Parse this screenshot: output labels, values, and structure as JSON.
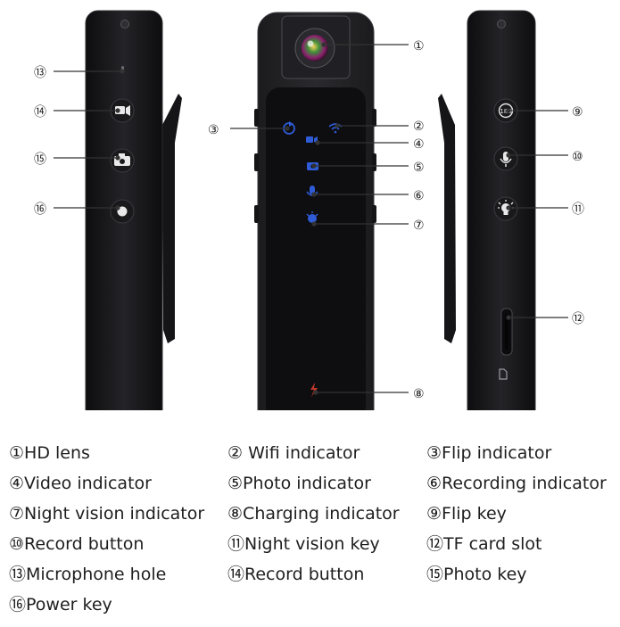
{
  "colors": {
    "body": "#1a1a1c",
    "body_edge": "#2c2c2f",
    "panel": "#0e0e10",
    "led": "#2f5bd6",
    "charge_led": "#c0392b",
    "lens_ring": "#3a3a3a",
    "lens_glass": "#3e8a3a",
    "leader": "#333333"
  },
  "callouts": [
    "①",
    "②",
    "③",
    "④",
    "⑤",
    "⑥",
    "⑦",
    "⑧",
    "⑨",
    "⑩",
    "⑪",
    "⑫",
    "⑬",
    "⑭",
    "⑮",
    "⑯"
  ],
  "legend": [
    {
      "num": "①",
      "text": "HD lens"
    },
    {
      "num": "② ",
      "text": "Wifi indicator"
    },
    {
      "num": "③",
      "text": "Flip indicator"
    },
    {
      "num": "④",
      "text": "Video indicator"
    },
    {
      "num": "⑤",
      "text": "Photo indicator"
    },
    {
      "num": "⑥",
      "text": "Recording indicator"
    },
    {
      "num": "⑦",
      "text": "Night vision indicator"
    },
    {
      "num": "⑧",
      "text": "Charging indicator"
    },
    {
      "num": "⑨",
      "text": "Flip key"
    },
    {
      "num": "⑩",
      "text": "Record button"
    },
    {
      "num": "⑪",
      "text": "Night vision key"
    },
    {
      "num": "⑫",
      "text": "TF card slot"
    },
    {
      "num": "⑬",
      "text": "Microphone hole"
    },
    {
      "num": "⑭",
      "text": "Record button"
    },
    {
      "num": "⑮",
      "text": "Photo key"
    },
    {
      "num": "⑯",
      "text": "Power key"
    }
  ],
  "icons": {
    "flip_key": "flip-180-icon",
    "record_key": "microphone-icon",
    "night_key": "bulb-icon",
    "video_btn": "video-camera-icon",
    "photo_btn": "camera-icon",
    "power_btn": "power-dot-icon",
    "card_slot": "sd-card-icon",
    "charge": "lightning-icon",
    "wifi": "wifi-icon",
    "flip_led": "flip-arrow-icon"
  }
}
